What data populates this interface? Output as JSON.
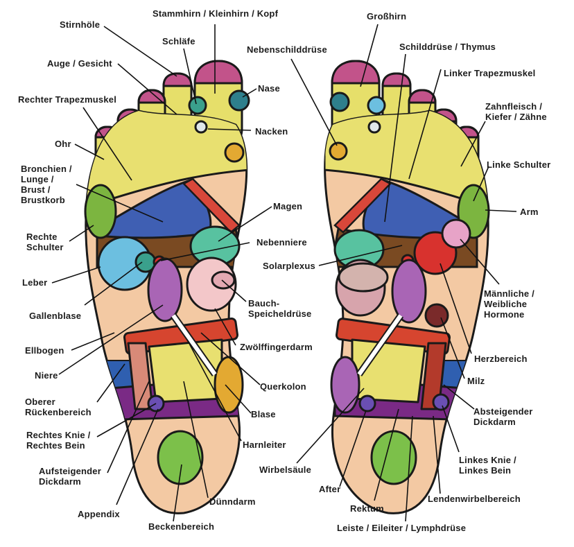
{
  "palette": {
    "skin": "#f3c9a3",
    "skin_dark": "#e9a97e",
    "toe_tip": "#c2538a",
    "toe_mid": "#e6df6a",
    "toe_base": "#7cb540",
    "forefoot": "#e8e070",
    "lung": "#3f5fb3",
    "solar": "#7a4a22",
    "stomach_band": "#d8473a",
    "green": "#7cb540",
    "teal": "#58c2a0",
    "liver": "#6cbfe0",
    "kidney": "#a965b5",
    "pancreas": "#f3c7c9",
    "colon": "#d6452f",
    "bladder": "#e3a932",
    "pelvis": "#7cc04a",
    "ureter_white": "#ffffff",
    "purple_dark": "#7a2a85",
    "heart": "#d8322e",
    "spleen": "#7a2a2a",
    "hormone_pink": "#e7a3c7",
    "back_blue": "#2f5fb0"
  },
  "labels": {
    "stammhirn": "Stammhirn / Kleinhirn / Kopf",
    "stirnhoele": "Stirnhöle",
    "schlaefe": "Schläfe",
    "auge": "Auge / Gesicht",
    "nase": "Nase",
    "rechter_trapez": "Rechter Trapezmuskel",
    "nacken": "Nacken",
    "ohr": "Ohr",
    "bronchien": [
      "Bronchien /",
      "Lunge /",
      "Brust /",
      "Brustkorb"
    ],
    "magen": "Magen",
    "rechte_schulter": [
      "Rechte",
      "Schulter"
    ],
    "nebenniere": "Nebenniere",
    "leber": "Leber",
    "bauch": [
      "Bauch-",
      "Speicheldrüse"
    ],
    "gallenblase": "Gallenblase",
    "ellbogen": "Ellbogen",
    "zwoelffinger": "Zwölffingerdarm",
    "niere": "Niere",
    "querkolon": "Querkolon",
    "oberer_ruecken": [
      "Oberer",
      "Rückenbereich"
    ],
    "blase": "Blase",
    "rechtes_knie": [
      "Rechtes Knie /",
      "Rechtes Bein"
    ],
    "harnleiter": "Harnleiter",
    "aufsteigender": [
      "Aufsteigender",
      "Dickdarm"
    ],
    "appendix": "Appendix",
    "duenndarm": "Dünndarm",
    "beckenbereich": "Beckenbereich",
    "grosshirn": "Großhirn",
    "nebenschild": "Nebenschilddrüse",
    "schilddruese": "Schilddrüse / Thymus",
    "linker_trapez": "Linker Trapezmuskel",
    "zahnfleisch": [
      "Zahnfleisch /",
      "Kiefer / Zähne"
    ],
    "linke_schulter": "Linke Schulter",
    "arm": "Arm",
    "solarplexus": "Solarplexus",
    "hormone": [
      "Männliche /",
      "Weibliche",
      "Hormone"
    ],
    "herzbereich": "Herzbereich",
    "milz": "Milz",
    "absteigender": [
      "Absteigender",
      "Dickdarm"
    ],
    "wirbelsaeule": "Wirbelsäule",
    "linkes_knie": [
      "Linkes Knie /",
      "Linkes Bein"
    ],
    "after": "After",
    "lendenwirbel": "Lendenwirbelbereich",
    "rektum": "Rektum",
    "leiste": "Leiste / Eileiter / Lymphdrüse"
  }
}
